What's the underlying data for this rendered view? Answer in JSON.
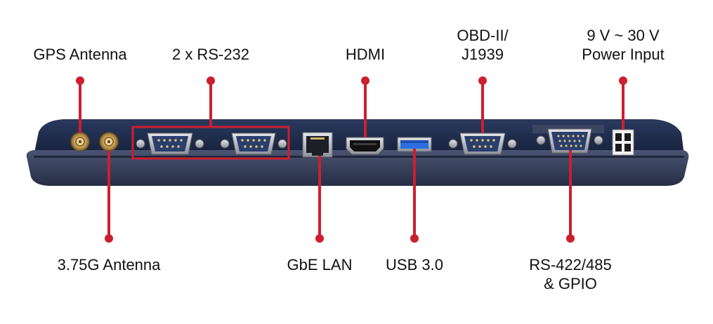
{
  "colors": {
    "callout": "#cc1f2f",
    "device_body": "#1e2b47",
    "device_bumper": "#2d3850",
    "port_metal": "#b9bcc3",
    "usb_blue": "#2b6fe0"
  },
  "labels": {
    "gps_antenna": "GPS Antenna",
    "rs232": "2 x RS-232",
    "hdmi": "HDMI",
    "obd_line1": "OBD-II/",
    "obd_line2": "J1939",
    "power_line1": "9 V ~ 30 V",
    "power_line2": "Power Input",
    "antenna_375g": "3.75G Antenna",
    "gbe_lan": "GbE LAN",
    "usb3": "USB 3.0",
    "rs422_line1": "RS-422/485",
    "rs422_line2": "& GPIO"
  },
  "icons": [
    "sma-connector-icon",
    "db9-port-icon",
    "rj45-port-icon",
    "hdmi-port-icon",
    "usb-port-icon",
    "db15-port-icon",
    "power-connector-icon"
  ]
}
